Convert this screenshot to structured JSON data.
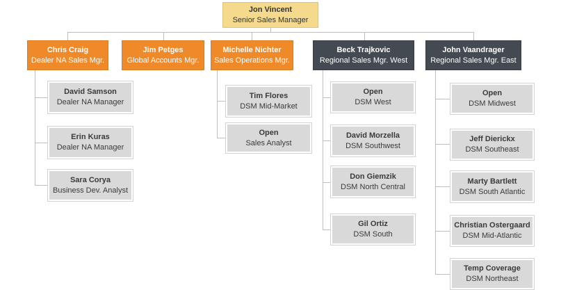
{
  "root": {
    "name": "Jon Vincent",
    "title": "Senior Sales Manager"
  },
  "managers": [
    {
      "name": "Chris Craig",
      "title": "Dealer NA Sales Mgr.",
      "color": "#ef8a2a"
    },
    {
      "name": "Jim Petges",
      "title": "Global Accounts Mgr.",
      "color": "#ef8a2a"
    },
    {
      "name": "Michelle Nichter",
      "title": "Sales Operations Mgr.",
      "color": "#ef8a2a"
    },
    {
      "name": "Beck Trajkovic",
      "title": "Regional Sales Mgr. West",
      "color": "#434a51"
    },
    {
      "name": "John Vaandrager",
      "title": "Regional Sales Mgr. East",
      "color": "#434a51"
    }
  ],
  "reports": {
    "chris_craig": [
      {
        "name": "David Samson",
        "title": "Dealer NA Manager"
      },
      {
        "name": "Erin Kuras",
        "title": "Dealer NA Manager"
      },
      {
        "name": "Sara Corya",
        "title": "Business Dev. Analyst"
      }
    ],
    "michelle_nichter": [
      {
        "name": "Tim Flores",
        "title": "DSM Mid-Market"
      },
      {
        "name": "Open",
        "title": "Sales Analyst"
      }
    ],
    "beck_trajkovic": [
      {
        "name": "Open",
        "title": "DSM West"
      },
      {
        "name": "David Morzella",
        "title": "DSM Southwest"
      },
      {
        "name": "Don Giemzik",
        "title": "DSM North Central"
      },
      {
        "name": "Gil Ortiz",
        "title": "DSM South"
      }
    ],
    "john_vaandrager": [
      {
        "name": "Open",
        "title": "DSM Midwest"
      },
      {
        "name": "Jeff Dierickx",
        "title": "DSM Southeast"
      },
      {
        "name": "Marty Bartlett",
        "title": "DSM South Atlantic"
      },
      {
        "name": "Christian Ostergaard",
        "title": "DSM Mid-Atlantic"
      },
      {
        "name": "Temp Coverage",
        "title": "DSM Northeast"
      }
    ]
  }
}
